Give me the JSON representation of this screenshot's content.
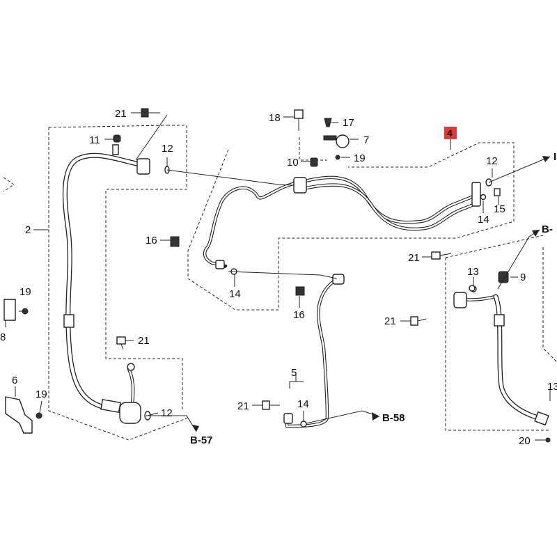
{
  "diagram": {
    "highlight_color": "#e23a3a",
    "callouts": {
      "n21": "21",
      "n11": "11",
      "n12": "12",
      "n2": "2",
      "n16": "16",
      "n18": "18",
      "n17": "17",
      "n7": "7",
      "n19": "19",
      "n10": "10",
      "n4": "4",
      "n15": "15",
      "n14": "14",
      "n13": "13",
      "n9": "9",
      "n5": "5",
      "n6": "6",
      "n8": "8",
      "n20": "20"
    },
    "refs": {
      "b57": "B-57",
      "b58": "B-58",
      "bcut": "B-",
      "rcut": "I"
    }
  }
}
